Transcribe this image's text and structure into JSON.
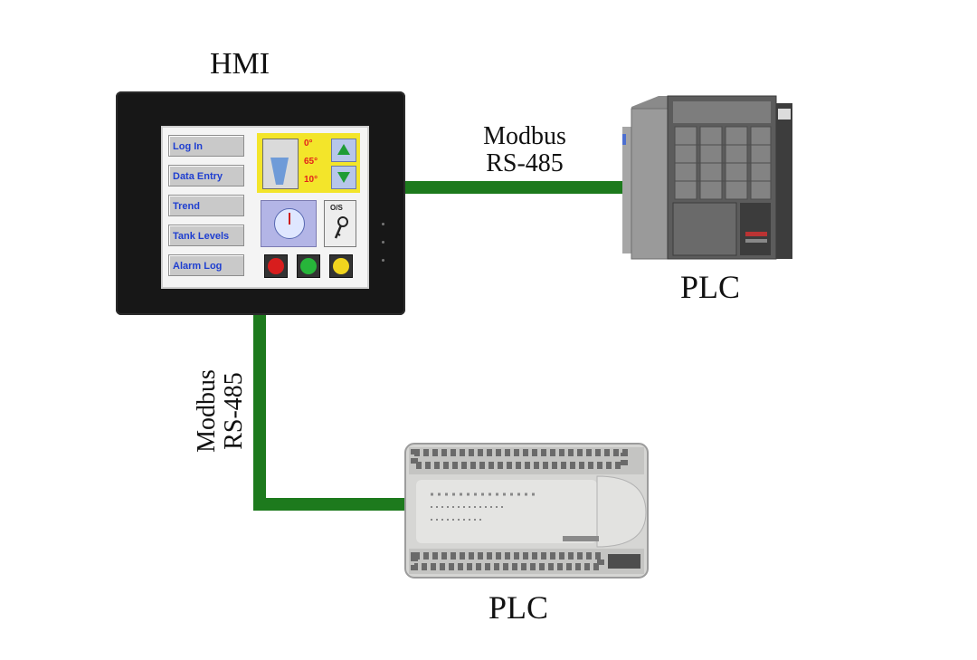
{
  "diagram": {
    "hmi_label": "HMI",
    "plc_top_label": "PLC",
    "plc_bottom_label": "PLC",
    "link_horizontal": {
      "line1": "Modbus",
      "line2": "RS-485"
    },
    "link_vertical": {
      "line1": "Modbus",
      "line2": "RS-485"
    },
    "wire_color": "#1d7a1d"
  },
  "hmi_screen": {
    "menu": [
      "Log In",
      "Data Entry",
      "Trend",
      "Tank Levels",
      "Alarm Log"
    ],
    "temps": [
      "0°",
      "65°",
      "10°"
    ],
    "key_label": "O/S",
    "lamps": [
      {
        "color": "#d81d1d"
      },
      {
        "color": "#27b53a"
      },
      {
        "color": "#f1d51e"
      }
    ]
  }
}
